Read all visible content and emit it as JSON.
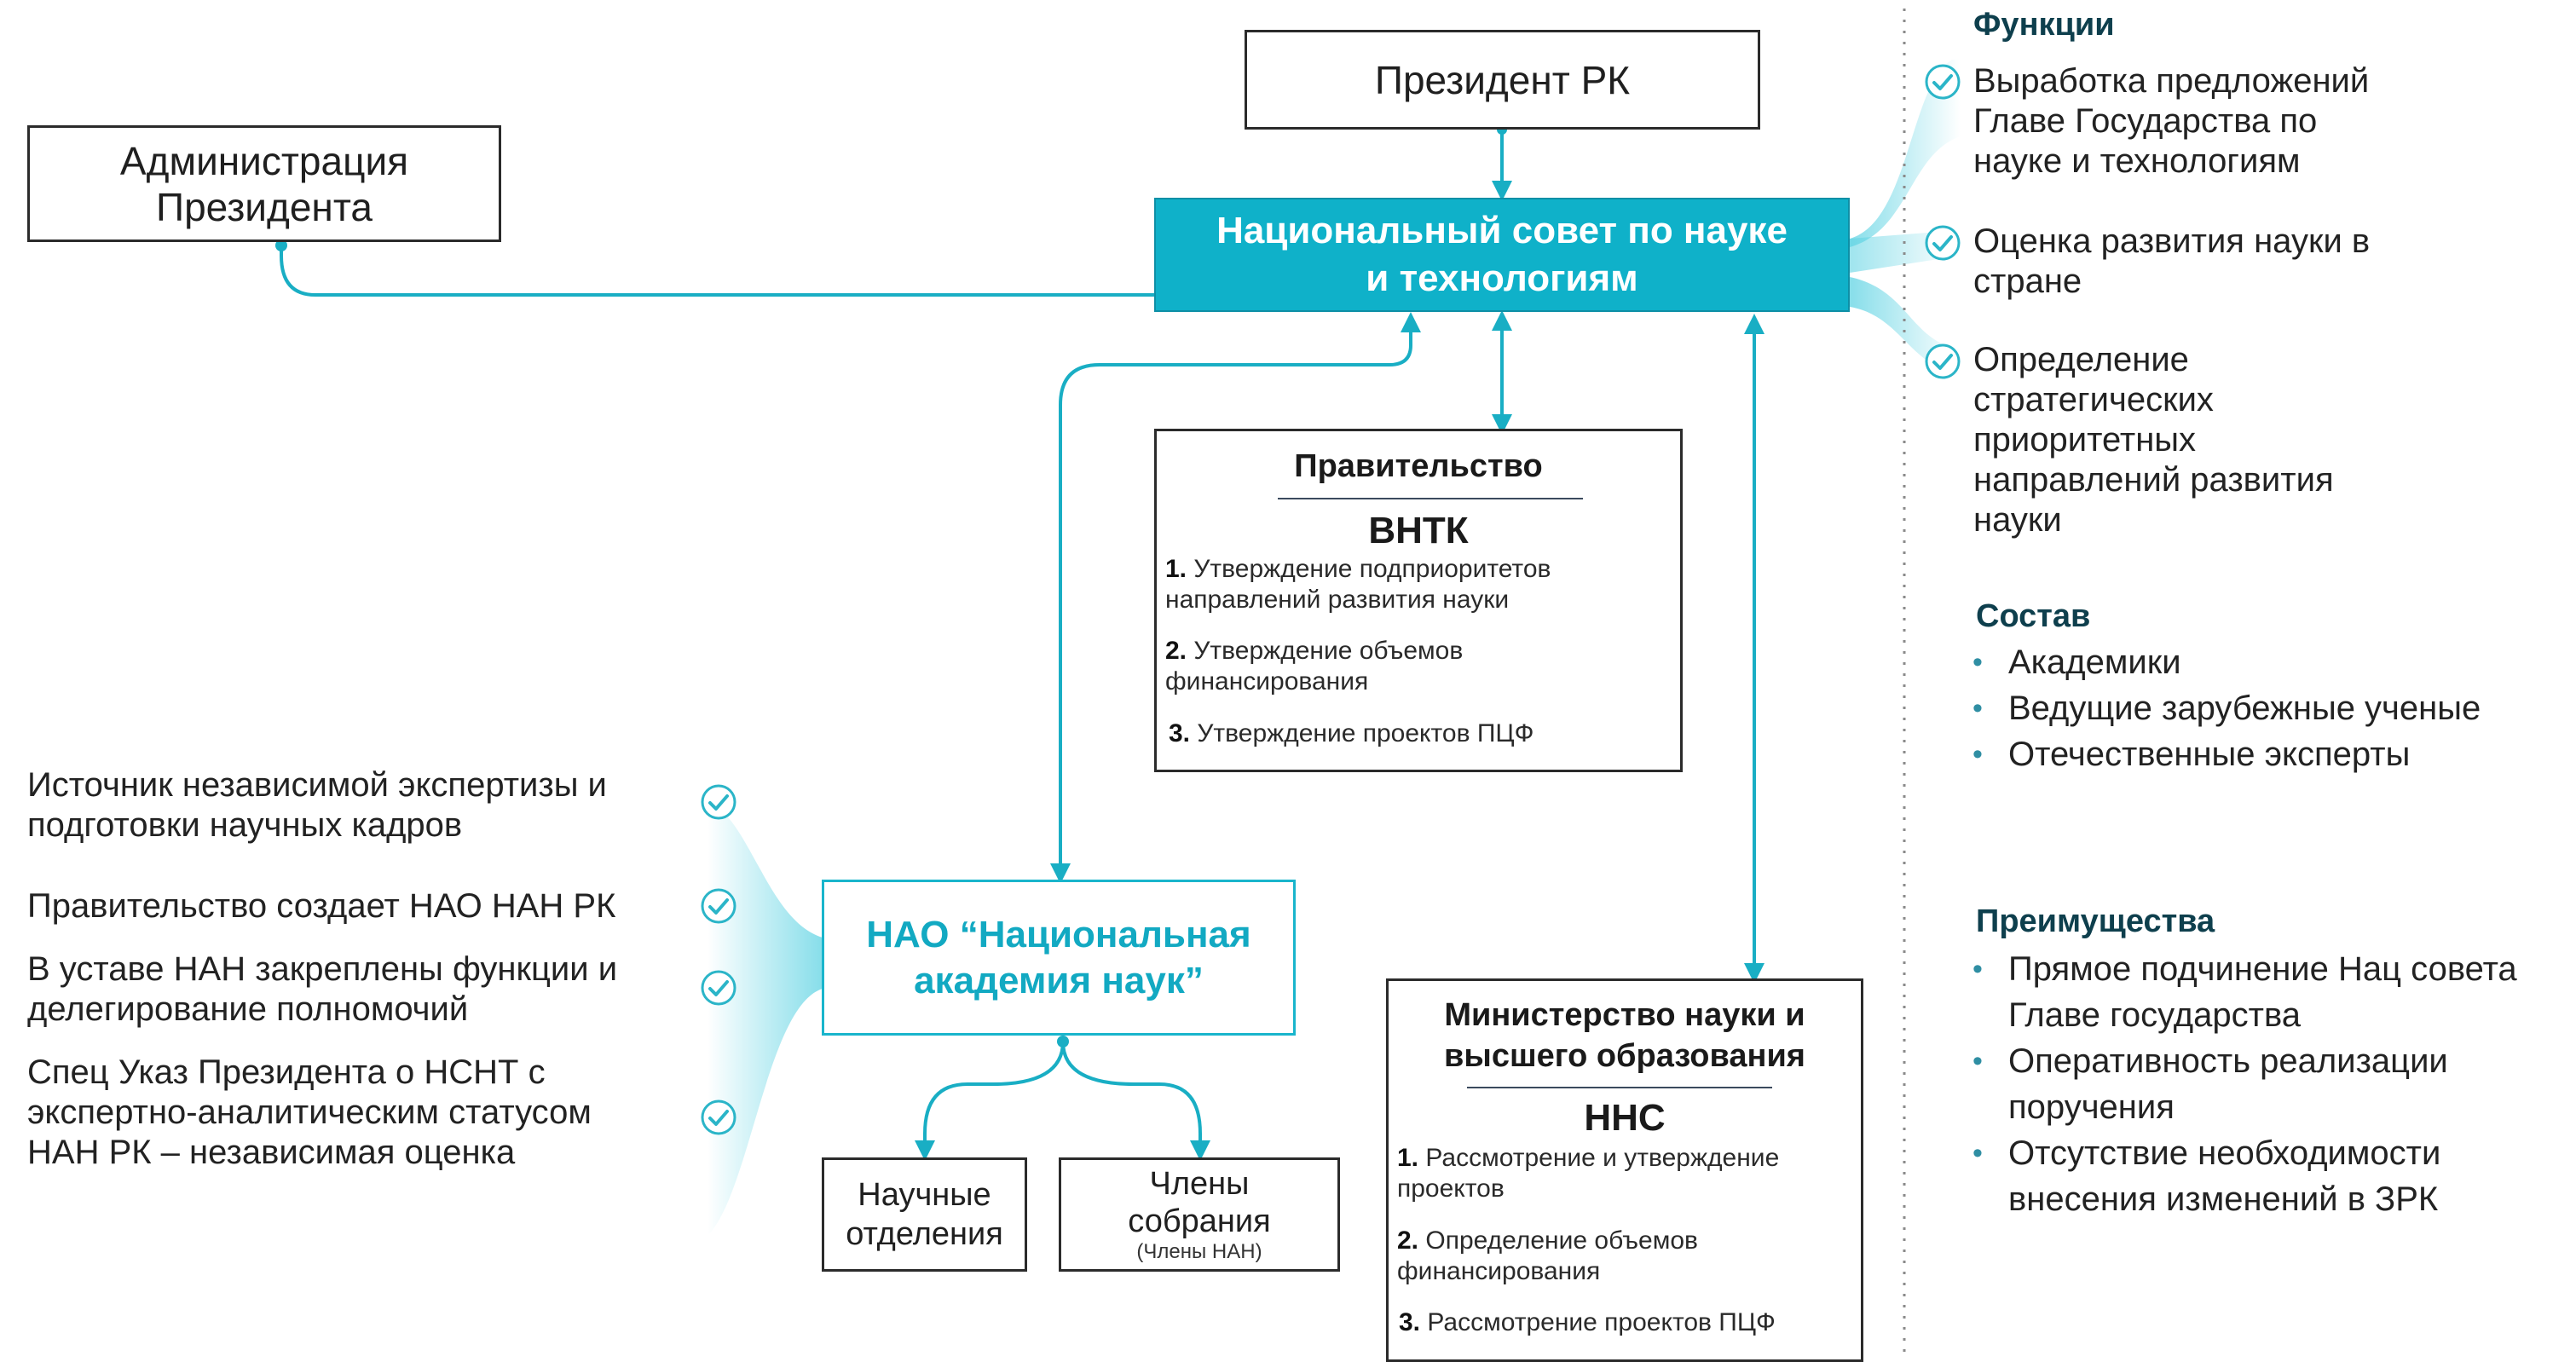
{
  "boxes": {
    "president": "Президент РК",
    "administration": "Администрация\nПрезидента",
    "council": "Национальный совет по науке\nи технологиям",
    "nao": "НАО “Национальная\nакадемия наук”",
    "departments": "Научные\nотделения",
    "members": "Члены\nсобрания",
    "members_note": "(Члены НАН)"
  },
  "government": {
    "title": "Правительство",
    "committee": "ВНТК",
    "items": [
      {
        "num": "1.",
        "text": "Утверждение подприоритетов направлений развития науки"
      },
      {
        "num": "2.",
        "text": "Утверждение объемов финансирования"
      },
      {
        "num": "3.",
        "text": "Утверждение проектов ПЦФ"
      }
    ]
  },
  "ministry": {
    "title": "Министерство науки и\nвысшего образования",
    "committee": "ННС",
    "items": [
      {
        "num": "1.",
        "text": "Рассмотрение и утверждение проектов"
      },
      {
        "num": "2.",
        "text": "Определение объемов финансирования"
      },
      {
        "num": "3.",
        "text": "Рассмотрение проектов ПЦФ"
      }
    ]
  },
  "functions": {
    "title": "Функции",
    "items": [
      "Выработка предложений\nГлаве Государства по\nнауке и технологиям",
      "Оценка развития науки в\nстране",
      "Определение\nстратегических\nприоритетных\nнаправлений развития\nнауки"
    ]
  },
  "composition": {
    "title": "Состав",
    "items": [
      "Академики",
      "Ведущие зарубежные ученые",
      "Отечественные эксперты"
    ]
  },
  "advantages": {
    "title": "Преимущества",
    "items": [
      "Прямое подчинение Нац совета\nГлаве государства",
      "Оперативность реализации\nпоручения",
      "Отсутствие необходимости\nвнесения изменений в ЗРК"
    ]
  },
  "academy_points": [
    "Источник независимой экспертизы и\nподготовки научных кадров",
    "Правительство создает НАО НАН РК",
    "В уставе НАН закреплены функции и\nделегирование полномочий",
    "Спец Указ Президента о НСНТ с\nэкспертно-аналитическим статусом\nНАН РК – независимая оценка"
  ],
  "colors": {
    "accent": "#0fb1c9",
    "accent_dark": "#0e8fa6",
    "heading": "#0e3f4d",
    "border": "#2b2b2b"
  }
}
